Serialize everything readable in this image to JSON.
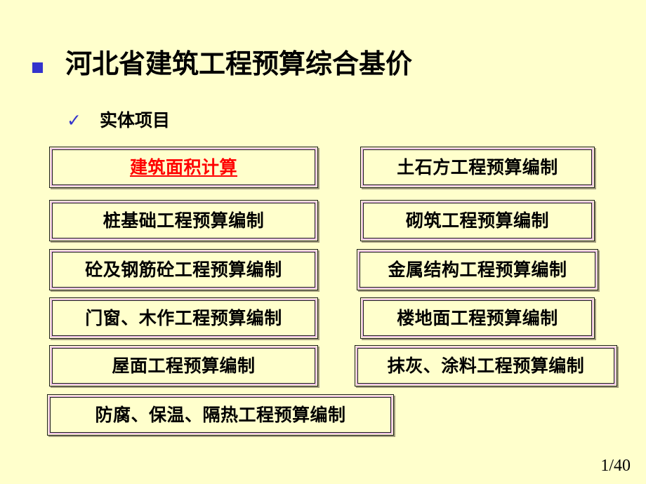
{
  "slide": {
    "background_color": "#ffffcc",
    "title": {
      "text": "河北省建筑工程预算综合基价",
      "bullet_icon": "blue-square-bullet",
      "bullet_color": "#3333cc",
      "color": "#000000"
    },
    "subtitle": {
      "text": "实体项目",
      "bullet_icon": "blue-check-bullet",
      "bullet_glyph": "✓",
      "bullet_color": "#3333cc",
      "color": "#000000"
    },
    "page_number": "1/40"
  },
  "boxes": {
    "border_color": "#eec3e6",
    "outline_color": "#1a1a1a",
    "fill_color": "#ffffcc",
    "highlight_color": "#ff0000",
    "left_column": [
      {
        "label": "建筑面积计算",
        "highlighted": true
      },
      {
        "label": "桩基础工程预算编制",
        "highlighted": false
      },
      {
        "label": "砼及钢筋砼工程预算编制",
        "highlighted": false
      },
      {
        "label": "门窗、木作工程预算编制",
        "highlighted": false
      },
      {
        "label": "屋面工程预算编制",
        "highlighted": false
      }
    ],
    "right_column": [
      {
        "label": "土石方工程预算编制",
        "highlighted": false
      },
      {
        "label": "砌筑工程预算编制",
        "highlighted": false
      },
      {
        "label": "金属结构工程预算编制",
        "highlighted": false
      },
      {
        "label": "楼地面工程预算编制",
        "highlighted": false
      },
      {
        "label": "抹灰、涂料工程预算编制",
        "highlighted": false
      }
    ],
    "full_width": [
      {
        "label": "防腐、保温、隔热工程预算编制",
        "highlighted": false
      }
    ]
  }
}
